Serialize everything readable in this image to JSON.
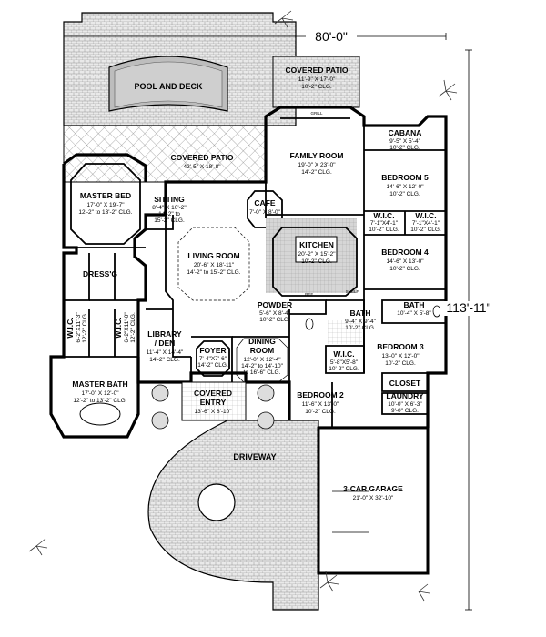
{
  "overall": {
    "width": "80'-0\"",
    "depth": "113'-11\""
  },
  "rooms": {
    "pool": {
      "name": "POOL AND DECK"
    },
    "covered_patio_top": {
      "name": "COVERED PATIO",
      "dim1": "11'-9\" X 17'-0\"",
      "dim2": "10'-2\" CLG."
    },
    "covered_patio_main": {
      "name": "COVERED PATIO",
      "dim1": "42'-5\" X 18'-8\""
    },
    "family_room": {
      "name": "FAMILY ROOM",
      "dim1": "19'-0\" X 23'-0\"",
      "dim2": "14'-2\" CLG."
    },
    "cabana": {
      "name": "CABANA",
      "dim1": "9'-5\" X 5'-4\"",
      "dim2": "10'-2\" CLG."
    },
    "bedroom5": {
      "name": "BEDROOM 5",
      "dim1": "14'-6\" X 12'-0\"",
      "dim2": "10'-2\" CLG."
    },
    "master_bed": {
      "name": "MASTER BED",
      "dim1": "17'-0\" X 19'-7\"",
      "dim2": "12'-2\" to 13'-2\" CLG."
    },
    "sitting": {
      "name": "SITTING",
      "dim1": "8'-4\" X 10'-2\"",
      "dim2": "14'-2\" to",
      "dim3": "15'-2\" CLG."
    },
    "cafe": {
      "name": "CAFE",
      "dim1": "7'-0\" X 8'-0\""
    },
    "wic_left_bed": {
      "name": "W.I.C.",
      "dim1": "7'-1\"X4'-1\"",
      "dim2": "10'-2\" CLG."
    },
    "wic_right_bed": {
      "name": "W.I.C.",
      "dim1": "7'-1\"X4'-1\"",
      "dim2": "10'-2\" CLG."
    },
    "kitchen": {
      "name": "KITCHEN",
      "dim1": "20'-2\" X 15'-2\"",
      "dim2": "10'-2\" CLG."
    },
    "living_room": {
      "name": "LIVING ROOM",
      "dim1": "20'-6\" X 18'-11\"",
      "dim2": "14'-2\" to 15'-2\" CLG."
    },
    "bedroom4": {
      "name": "BEDROOM 4",
      "dim1": "14'-6\" X 13'-0\"",
      "dim2": "10'-2\" CLG."
    },
    "powder": {
      "name": "POWDER",
      "dim1": "5'-6\" X 8'-4\"",
      "dim2": "10'-2\" CLG."
    },
    "bath_right": {
      "name": "BATH",
      "dim1": "10'-4\" X 5'-8\""
    },
    "bath_center": {
      "name": "BATH",
      "dim1": "9'-4\" X 9'-4\"",
      "dim2": "10'-2\" CLG."
    },
    "dressing": {
      "name": "DRESS'G"
    },
    "wic_master_left": {
      "name": "W.I.C.",
      "dim1": "6'-2\"X11'-3\"",
      "dim2": "12'-2\" CLG."
    },
    "wic_master_right": {
      "name": "W.I.C.",
      "dim1": "6'-2\"X11'-0\"",
      "dim2": "12'-2\" CLG."
    },
    "library": {
      "name": "LIBRARY",
      "name2": "/ DEN",
      "dim1": "11'-4\" X 14'-4\"",
      "dim2": "14'-2\" CLG."
    },
    "foyer": {
      "name": "FOYER",
      "dim1": "7'-4\"X7'-6\"",
      "dim2": "14'-2\" CLG."
    },
    "dining_room": {
      "name": "DINING",
      "name2": "ROOM",
      "dim1": "12'-0\" X 12'-4\"",
      "dim2": "14'-2\" to 14'-10\"",
      "dim3": "to 16'-6\" CLG."
    },
    "bedroom3": {
      "name": "BEDROOM 3",
      "dim1": "13'-0\" X 12'-0\"",
      "dim2": "10'-2\" CLG."
    },
    "wic_bed2": {
      "name": "W.I.C.",
      "dim1": "5'-8\"X5'-8\"",
      "dim2": "10'-2\" CLG."
    },
    "closet": {
      "name": "CLOSET"
    },
    "master_bath": {
      "name": "MASTER BATH",
      "dim1": "17'-0\" X 12'-0\"",
      "dim2": "12'-2\" to 13'-2\" CLG."
    },
    "bedroom2": {
      "name": "BEDROOM 2",
      "dim1": "11'-6\" X 13'-0\"",
      "dim2": "10'-2\" CLG."
    },
    "laundry": {
      "name": "LAUNDRY",
      "dim1": "10'-0\" X 6'-3\"",
      "dim2": "9'-0\" CLG."
    },
    "covered_entry": {
      "name": "COVERED",
      "name2": "ENTRY",
      "dim1": "13'-6\" X 8'-10\""
    },
    "driveway": {
      "name": "DRIVEWAY"
    },
    "garage": {
      "name": "3-CAR GARAGE",
      "dim1": "21'-0\" X 32'-10\""
    }
  },
  "small_labels": {
    "grill": "GRILL",
    "ref": "REF.",
    "shelf": "SHELF"
  }
}
